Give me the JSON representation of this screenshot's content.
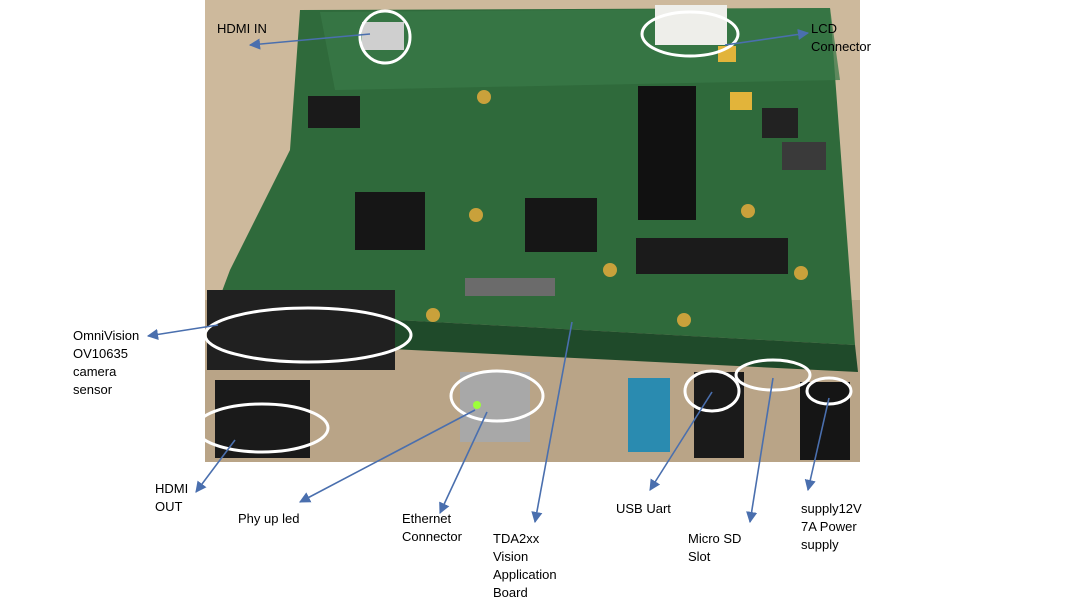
{
  "photo": {
    "subject": "board-photo",
    "colors": {
      "background": "#cdb99c",
      "board": "#2f6a3b",
      "board_dark": "#1f4a2a",
      "annotation": "#4a6fae"
    }
  },
  "labels": {
    "hdmi_in": [
      "HDMI IN"
    ],
    "lcd_connector": [
      "LCD",
      "Connector"
    ],
    "camera_sensor": [
      "OmniVision",
      "OV10635",
      "camera",
      "sensor"
    ],
    "hdmi_out": [
      "HDMI",
      "OUT"
    ],
    "phy_up_led": [
      "Phy up led"
    ],
    "ethernet_connector": [
      "Ethernet",
      "Connector"
    ],
    "tda2xx_board": [
      "TDA2xx",
      "Vision",
      "Application",
      "Board"
    ],
    "usb_uart": [
      "USB Uart"
    ],
    "micro_sd_slot": [
      "Micro SD",
      "Slot"
    ],
    "power_supply": [
      "supply12V",
      "7A Power",
      "supply"
    ]
  }
}
